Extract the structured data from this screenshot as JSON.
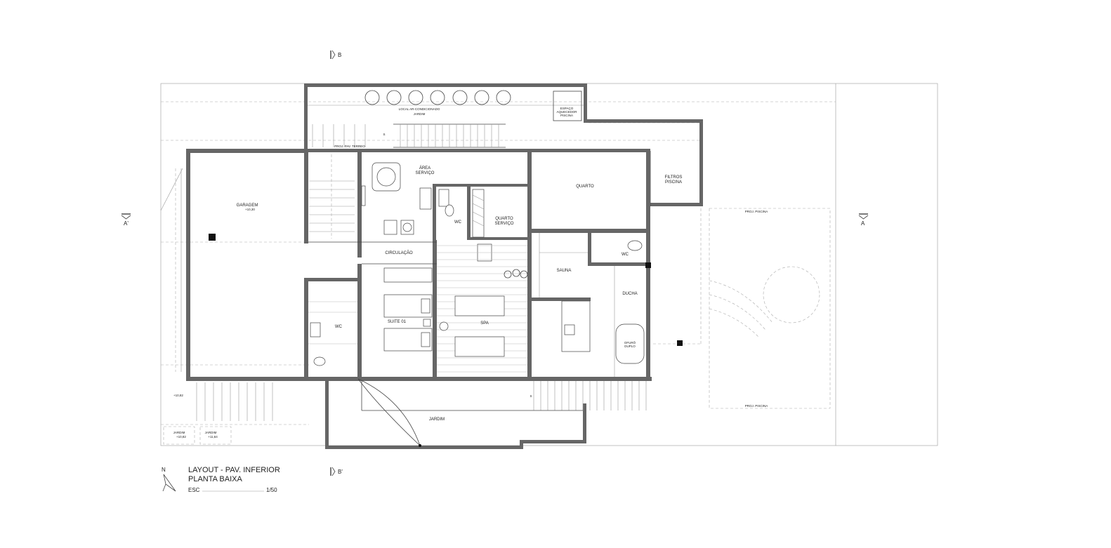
{
  "rooms": {
    "local_ar": "LOCAL AR-CONDICIONADO",
    "jardim_top": "JARDIM",
    "espaco_aquecedor_1": "ESPAÇO",
    "espaco_aquecedor_2": "AQUECEDOR",
    "espaco_aquecedor_3": "PISCINA",
    "proj_pav_terreo": "PROJ. PAV. TERREO",
    "garagem": "GARAGEM",
    "garagem_level": "+10,30",
    "area_servico_1": "ÁREA",
    "area_servico_2": "SERVIÇO",
    "wc_service": "WC",
    "quarto_servico_1": "QUARTO",
    "quarto_servico_2": "SERVIÇO",
    "quarto": "QUARTO",
    "filtros_1": "FILTROS",
    "filtros_2": "PISCINA",
    "circulacao": "CIRCULAÇÃO",
    "sauna": "SAUNA",
    "wc_right": "WC",
    "ducha": "DUCHA",
    "ofuro_1": "OFURÔ",
    "ofuro_2": "DUPLO",
    "wc_left": "WC",
    "suite": "SUITE 01",
    "spa": "SPA",
    "jardim_bottom": "JARDIM",
    "proj_piscina_top": "PROJ. PISCINA",
    "proj_piscina_bottom": "PROJ. PISCINA",
    "jardim_small_1": "JARDIM",
    "jardim_small_1_level": "+10,82",
    "jardim_small_2": "JARDIM",
    "jardim_small_2_level": "+11,64",
    "level_left": "+10,82",
    "stair_s_top": "S",
    "stair_s_bottom": "S"
  },
  "section_markers": {
    "b_top": "B",
    "b_bottom": "B'",
    "a_right": "A",
    "a_left": "A'"
  },
  "title_block": {
    "north": "N",
    "line1": "LAYOUT - PAV. INFERIOR",
    "line2": "PLANTA BAIXA",
    "scale_label": "ESC",
    "scale_value": "1/50"
  },
  "colors": {
    "wall": "#666666",
    "line": "#444444",
    "background": "#ffffff"
  }
}
